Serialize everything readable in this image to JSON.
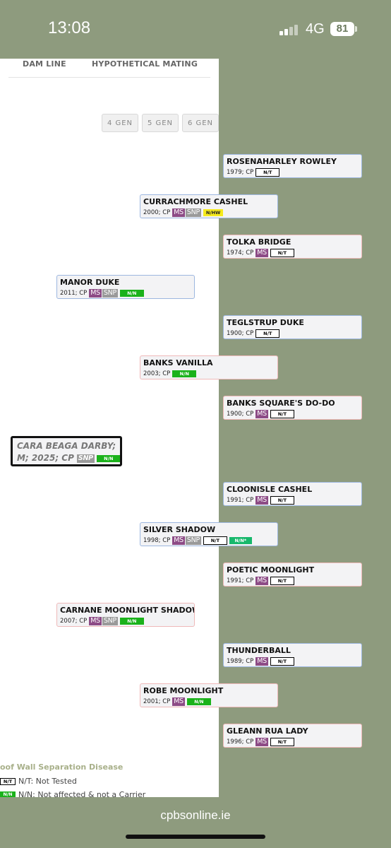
{
  "status_bar": {
    "time": "13:08",
    "network": "4G",
    "battery": "81"
  },
  "tabs": [
    "DAM LINE",
    "HYPOTHETICAL MATING"
  ],
  "generation_buttons": [
    "4 GEN",
    "5 GEN",
    "6 GEN"
  ],
  "subject": {
    "line1": "CARA BEAGA DARBY;",
    "line2": "M; 2025; CP",
    "snp": "SNP",
    "tag": "N/N"
  },
  "pedigree": [
    {
      "name": "ROSENAHARLEY ROWLEY",
      "meta": "1979; CP",
      "ms": "",
      "snp": "",
      "tags": [
        {
          "text": "N/T",
          "kind": "nt"
        }
      ],
      "sex": "male"
    },
    {
      "name": "CURRACHMORE CASHEL",
      "meta": "2000; CP",
      "ms": "MS",
      "snp": "SNP",
      "tags": [
        {
          "text": "N/HW",
          "kind": "nhw"
        }
      ],
      "sex": "male"
    },
    {
      "name": "TOLKA BRIDGE",
      "meta": "1974; CP",
      "ms": "MS",
      "snp": "",
      "tags": [
        {
          "text": "N/T",
          "kind": "nt"
        }
      ],
      "sex": "female"
    },
    {
      "name": "MANOR DUKE",
      "meta": "2011; CP",
      "ms": "MS",
      "snp": "SNP",
      "tags": [
        {
          "text": "N/N",
          "kind": "nn"
        }
      ],
      "sex": "male"
    },
    {
      "name": "TEGLSTRUP DUKE",
      "meta": "1900; CP",
      "ms": "",
      "snp": "",
      "tags": [
        {
          "text": "N/T",
          "kind": "nt"
        }
      ],
      "sex": "male"
    },
    {
      "name": "BANKS VANILLA",
      "meta": "2003; CP",
      "ms": "",
      "snp": "",
      "tags": [
        {
          "text": "N/N",
          "kind": "nn"
        }
      ],
      "sex": "female"
    },
    {
      "name": "BANKS SQUARE'S DO-DO",
      "meta": "1900; CP",
      "ms": "MS",
      "snp": "",
      "tags": [
        {
          "text": "N/T",
          "kind": "nt"
        }
      ],
      "sex": "female"
    },
    {
      "name": "CLOONISLE CASHEL",
      "meta": "1991; CP",
      "ms": "MS",
      "snp": "",
      "tags": [
        {
          "text": "N/T",
          "kind": "nt"
        }
      ],
      "sex": "male"
    },
    {
      "name": "SILVER SHADOW",
      "meta": "1998; CP",
      "ms": "MS",
      "snp": "SNP",
      "tags": [
        {
          "text": "N/T",
          "kind": "nt"
        },
        {
          "text": "N/N*",
          "kind": "nnstar"
        }
      ],
      "sex": "male"
    },
    {
      "name": "POETIC MOONLIGHT",
      "meta": "1991; CP",
      "ms": "MS",
      "snp": "",
      "tags": [
        {
          "text": "N/T",
          "kind": "nt"
        }
      ],
      "sex": "female"
    },
    {
      "name": "CARNANE MOONLIGHT SHADOW",
      "meta": "2007; CP",
      "ms": "MS",
      "snp": "SNP",
      "tags": [
        {
          "text": "N/N",
          "kind": "nn"
        }
      ],
      "sex": "female"
    },
    {
      "name": "THUNDERBALL",
      "meta": "1989; CP",
      "ms": "MS",
      "snp": "",
      "tags": [
        {
          "text": "N/T",
          "kind": "nt"
        }
      ],
      "sex": "male"
    },
    {
      "name": "ROBE MOONLIGHT",
      "meta": "2001; CP",
      "ms": "MS",
      "snp": "",
      "tags": [
        {
          "text": "N/N",
          "kind": "nn"
        }
      ],
      "sex": "female"
    },
    {
      "name": "GLEANN RUA LADY",
      "meta": "1996; CP",
      "ms": "MS",
      "snp": "",
      "tags": [
        {
          "text": "N/T",
          "kind": "nt"
        }
      ],
      "sex": "female"
    }
  ],
  "legend": {
    "title": "oof Wall Separation Disease",
    "items": [
      {
        "swatch": "N/T",
        "kind": "nt",
        "text": "N/T: Not Tested"
      },
      {
        "swatch": "N/N",
        "kind": "nn",
        "text": "N/N: Not affected & not a Carrier"
      }
    ]
  },
  "url": "cpbsonline.ie",
  "colors": {
    "background": "#8e9b7e",
    "male_border": "#9db7e0",
    "female_border": "#efb9b9",
    "ms": "#8d4b86",
    "snp": "#9a9a9a",
    "nn": "#1bb21b",
    "nhw": "#f5ea1c"
  }
}
